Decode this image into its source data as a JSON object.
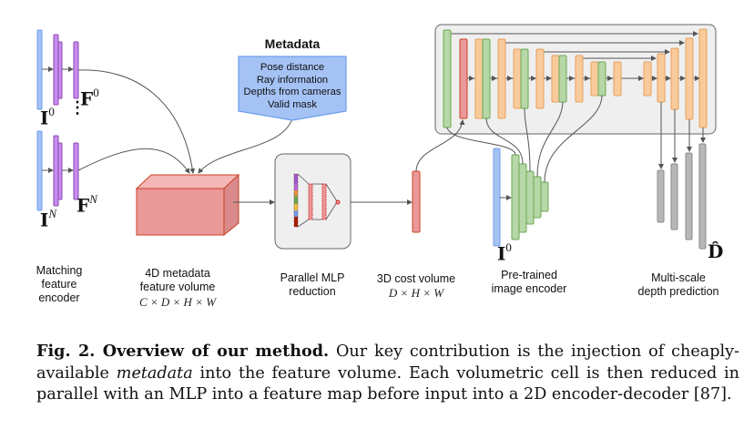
{
  "figure": {
    "symbols": {
      "I0": {
        "base": "I",
        "sup": "0"
      },
      "IN": {
        "base": "I",
        "sup": "N"
      },
      "F0": {
        "base": "F",
        "sup": "0"
      },
      "FN": {
        "base": "F",
        "sup": "N"
      },
      "I0_encoder": {
        "base": "I",
        "sup": "0"
      },
      "D_hat": "D̂",
      "ellipsis": "⋮"
    },
    "metadata": {
      "title": "Metadata",
      "items": [
        "Pose distance",
        "Ray information",
        "Depths from cameras",
        "Valid mask"
      ]
    },
    "labels": {
      "matching_encoder": [
        "Matching",
        "feature",
        "encoder"
      ],
      "feature_volume": [
        "4D metadata",
        "feature volume"
      ],
      "feature_volume_dims": "C × D × H × W",
      "mlp": [
        "Parallel MLP",
        "reduction"
      ],
      "cost_volume": [
        "3D cost volume"
      ],
      "cost_volume_dims": "D × H × W",
      "image_encoder": [
        "Pre-trained",
        "image encoder"
      ],
      "depth_prediction": [
        "Multi-scale",
        "depth prediction"
      ]
    },
    "colors": {
      "image": "#a4c2f4",
      "image_border": "#6d9eeb",
      "feature": "#c78ef0",
      "feature_border": "#8e44ad",
      "volume": "#ea9999",
      "volume_border": "#cc4125",
      "encoder": "#b6d7a8",
      "encoder_border": "#6aa84f",
      "decoder": "#f9cb9c",
      "decoder_border": "#e6a05c",
      "depth": "#b7b7b7",
      "depth_border": "#888888",
      "panel": "#efefef",
      "panel_border": "#666666"
    }
  },
  "caption": {
    "label": "Fig. 2. Overview of our method.",
    "text_1": " Our key contribution is the injection of cheaply-available ",
    "emphasis": "metadata",
    "text_2": " into the feature volume. Each volumetric cell is then reduced in parallel with an MLP into a feature map before input into a 2D encoder-decoder [87]."
  }
}
